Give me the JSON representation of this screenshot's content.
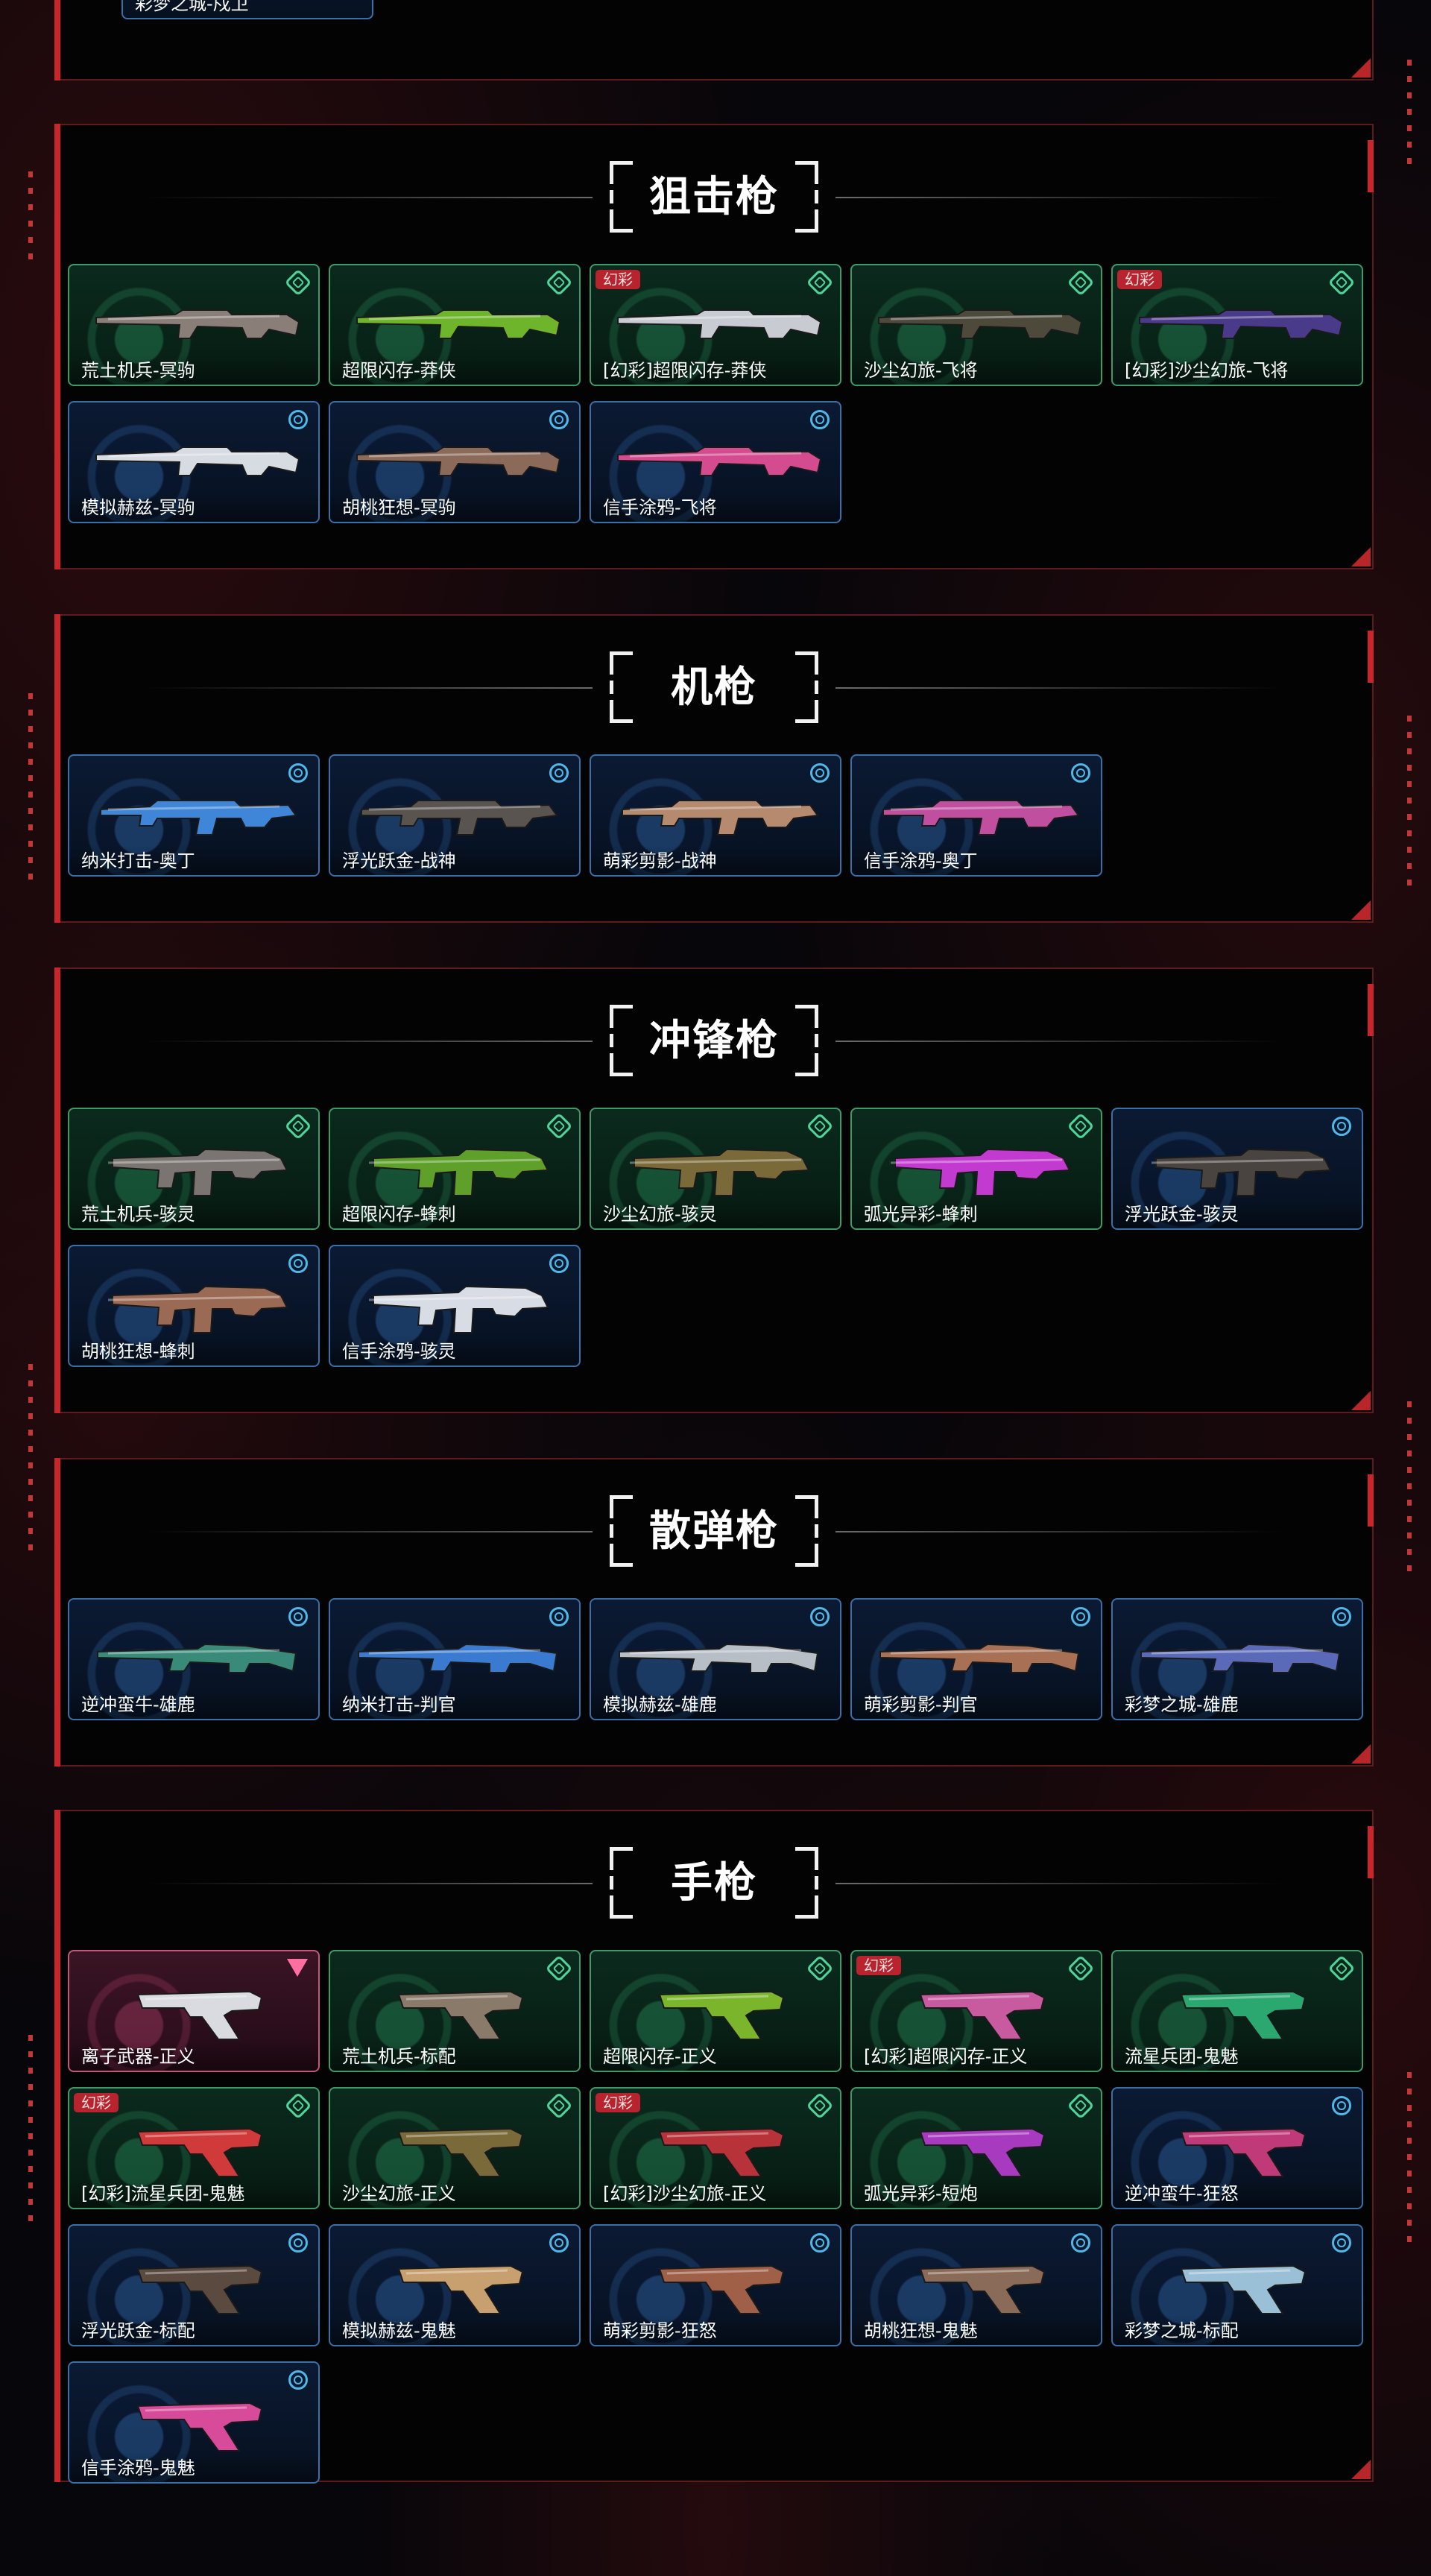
{
  "colors": {
    "accent_red": "#c8262b",
    "tier_blue": "#4fb8e8",
    "tier_green": "#4fd49a",
    "tier_pink": "#ff6fa0",
    "badge_red": "#b8232e"
  },
  "top_card": {
    "name": "彩梦之城-戍卫"
  },
  "sections": [
    {
      "title": "狙击枪",
      "cards": [
        {
          "name": "荒土机兵-冥驹",
          "tier": "green",
          "badge": "",
          "gun_color": "#8a7f78"
        },
        {
          "name": "超限闪存-莽侠",
          "tier": "green",
          "badge": "",
          "gun_color": "#6fb52c"
        },
        {
          "name": "[幻彩]超限闪存-莽侠",
          "tier": "green",
          "badge": "幻彩",
          "gun_color": "#c8ccd2"
        },
        {
          "name": "沙尘幻旅-飞将",
          "tier": "green",
          "badge": "",
          "gun_color": "#4d4a3c"
        },
        {
          "name": "[幻彩]沙尘幻旅-飞将",
          "tier": "green",
          "badge": "幻彩",
          "gun_color": "#4a3a8a"
        },
        {
          "name": "模拟赫兹-冥驹",
          "tier": "blue",
          "badge": "",
          "gun_color": "#d7dbe2"
        },
        {
          "name": "胡桃狂想-冥驹",
          "tier": "blue",
          "badge": "",
          "gun_color": "#8c6a5a"
        },
        {
          "name": "信手涂鸦-飞将",
          "tier": "blue",
          "badge": "",
          "gun_color": "#d44b8f"
        }
      ]
    },
    {
      "title": "机枪",
      "cards": [
        {
          "name": "纳米打击-奥丁",
          "tier": "blue",
          "badge": "",
          "gun_color": "#3f86d8"
        },
        {
          "name": "浮光跃金-战神",
          "tier": "blue",
          "badge": "",
          "gun_color": "#5a5450"
        },
        {
          "name": "萌彩剪影-战神",
          "tier": "blue",
          "badge": "",
          "gun_color": "#b58a6e"
        },
        {
          "name": "信手涂鸦-奥丁",
          "tier": "blue",
          "badge": "",
          "gun_color": "#c04fa0"
        }
      ]
    },
    {
      "title": "冲锋枪",
      "cards": [
        {
          "name": "荒土机兵-骇灵",
          "tier": "green",
          "badge": "",
          "gun_color": "#7a7570"
        },
        {
          "name": "超限闪存-蜂刺",
          "tier": "green",
          "badge": "",
          "gun_color": "#5fa02a"
        },
        {
          "name": "沙尘幻旅-骇灵",
          "tier": "green",
          "badge": "",
          "gun_color": "#7a6a3a"
        },
        {
          "name": "弧光异彩-蜂刺",
          "tier": "green",
          "badge": "",
          "gun_color": "#c23ad0"
        },
        {
          "name": "浮光跃金-骇灵",
          "tier": "blue",
          "badge": "",
          "gun_color": "#4a4440"
        },
        {
          "name": "胡桃狂想-蜂刺",
          "tier": "blue",
          "badge": "",
          "gun_color": "#9a6a55"
        },
        {
          "name": "信手涂鸦-骇灵",
          "tier": "blue",
          "badge": "",
          "gun_color": "#d8dde5"
        }
      ]
    },
    {
      "title": "散弹枪",
      "cards": [
        {
          "name": "逆冲蛮牛-雄鹿",
          "tier": "blue",
          "badge": "",
          "gun_color": "#3a8a7a"
        },
        {
          "name": "纳米打击-判官",
          "tier": "blue",
          "badge": "",
          "gun_color": "#3a7ad0"
        },
        {
          "name": "模拟赫兹-雄鹿",
          "tier": "blue",
          "badge": "",
          "gun_color": "#b8bec6"
        },
        {
          "name": "萌彩剪影-判官",
          "tier": "blue",
          "badge": "",
          "gun_color": "#a87055"
        },
        {
          "name": "彩梦之城-雄鹿",
          "tier": "blue",
          "badge": "",
          "gun_color": "#5a6ab8"
        }
      ]
    },
    {
      "title": "手枪",
      "cards": [
        {
          "name": "离子武器-正义",
          "tier": "pink",
          "badge": "",
          "gun_color": "#d9dbe0"
        },
        {
          "name": "荒土机兵-标配",
          "tier": "green",
          "badge": "",
          "gun_color": "#8a7a6a"
        },
        {
          "name": "超限闪存-正义",
          "tier": "green",
          "badge": "",
          "gun_color": "#7ab52c"
        },
        {
          "name": "[幻彩]超限闪存-正义",
          "tier": "green",
          "badge": "幻彩",
          "gun_color": "#c85aa0"
        },
        {
          "name": "流星兵团-鬼魅",
          "tier": "green",
          "badge": "",
          "gun_color": "#2aa870"
        },
        {
          "name": "[幻彩]流星兵团-鬼魅",
          "tier": "green",
          "badge": "幻彩",
          "gun_color": "#d03a3a"
        },
        {
          "name": "沙尘幻旅-正义",
          "tier": "green",
          "badge": "",
          "gun_color": "#7a6a3a"
        },
        {
          "name": "[幻彩]沙尘幻旅-正义",
          "tier": "green",
          "badge": "幻彩",
          "gun_color": "#b8323a"
        },
        {
          "name": "弧光异彩-短炮",
          "tier": "green",
          "badge": "",
          "gun_color": "#a83ac0"
        },
        {
          "name": "逆冲蛮牛-狂怒",
          "tier": "blue",
          "badge": "",
          "gun_color": "#c03a7a"
        },
        {
          "name": "浮光跃金-标配",
          "tier": "blue",
          "badge": "",
          "gun_color": "#5a4a40"
        },
        {
          "name": "模拟赫兹-鬼魅",
          "tier": "blue",
          "badge": "",
          "gun_color": "#c8a070"
        },
        {
          "name": "萌彩剪影-狂怒",
          "tier": "blue",
          "badge": "",
          "gun_color": "#a06048"
        },
        {
          "name": "胡桃狂想-鬼魅",
          "tier": "blue",
          "badge": "",
          "gun_color": "#8a6a58"
        },
        {
          "name": "彩梦之城-标配",
          "tier": "blue",
          "badge": "",
          "gun_color": "#9ac0d8"
        },
        {
          "name": "信手涂鸦-鬼魅",
          "tier": "blue",
          "badge": "",
          "gun_color": "#d84a9a"
        }
      ]
    }
  ]
}
